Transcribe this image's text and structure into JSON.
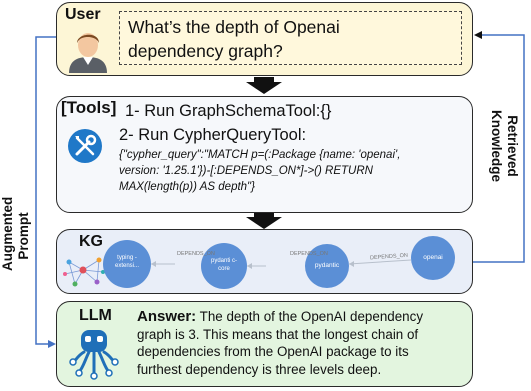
{
  "user": {
    "title": "User",
    "question_line1": "What’s the depth of Openai",
    "question_line2": "dependency graph?"
  },
  "tools": {
    "title": "[Tools]",
    "step1": "1- Run GraphSchemaTool:{}",
    "step2": "2- Run CypherQueryTool:",
    "query_line1": "{\"cypher_query\":\"MATCH p=(:Package {name: 'openai',",
    "query_line2": "version: '1.25.1'})-[:DEPENDS_ON*]->() RETURN",
    "query_line3": "MAX(length(p)) AS depth\"}"
  },
  "kg": {
    "title": "KG",
    "nodes": [
      "typing -extensi...",
      "pydanti c-core",
      "pydantic",
      "openai"
    ],
    "edge_label": "DEPENDS_ON"
  },
  "llm": {
    "title": "LLM",
    "answer_label": "Answer:",
    "answer_line1": " The depth of the OpenAI dependency",
    "answer_line2": "graph is 3. This means that the longest chain of",
    "answer_line3": "dependencies from the OpenAI package to its",
    "answer_line4": "furthest dependency is three levels deep."
  },
  "side_labels": {
    "augmented_line1": "Augmented",
    "augmented_line2": "Prompt",
    "retrieved_line1": "Retrieved",
    "retrieved_line2": "Knowledge"
  },
  "colors": {
    "user_bg": "#fdf6d6",
    "tools_bg": "#f6f8fb",
    "kg_bg": "#e9eef8",
    "llm_bg": "#e3f5df",
    "node_fill": "#5b8fd6",
    "connector": "#4472c4"
  }
}
